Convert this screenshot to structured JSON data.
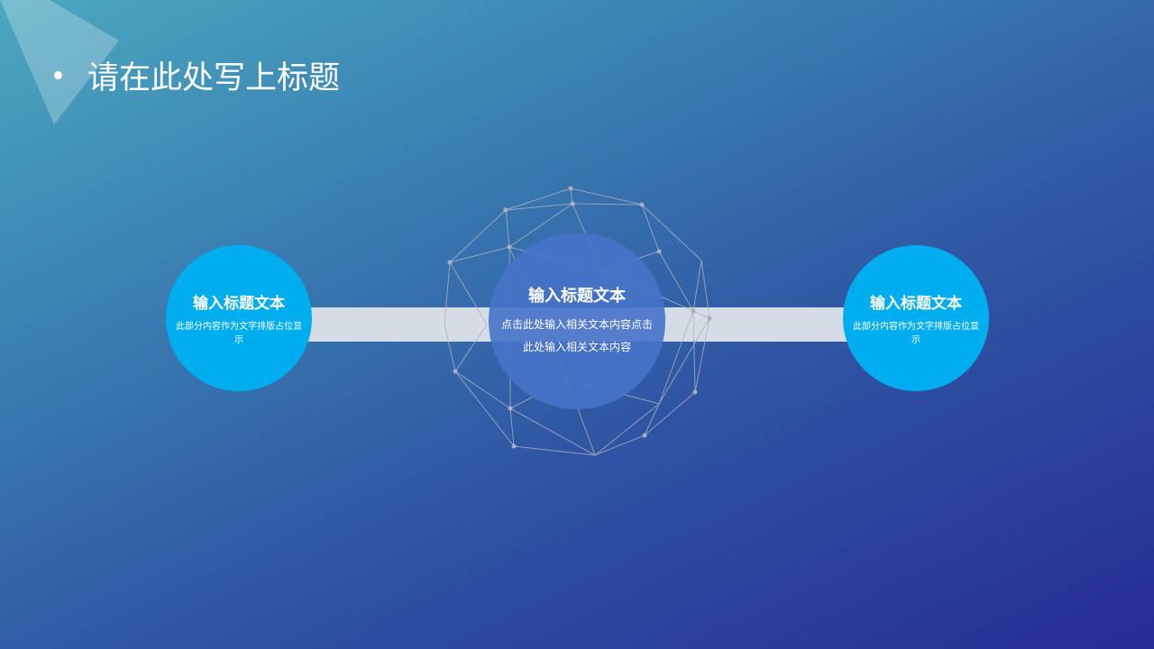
{
  "title": "请在此处写上标题",
  "left": {
    "heading": "输入标题文本",
    "body": "此部分内容作为文字排版占位显示"
  },
  "center": {
    "heading": "输入标题文本",
    "body_line1": "点击此处输入相关文本内容点击",
    "body_line2": "此处输入相关文本内容"
  },
  "right": {
    "heading": "输入标题文本",
    "body": "此部分内容作为文字排版占位显示"
  }
}
